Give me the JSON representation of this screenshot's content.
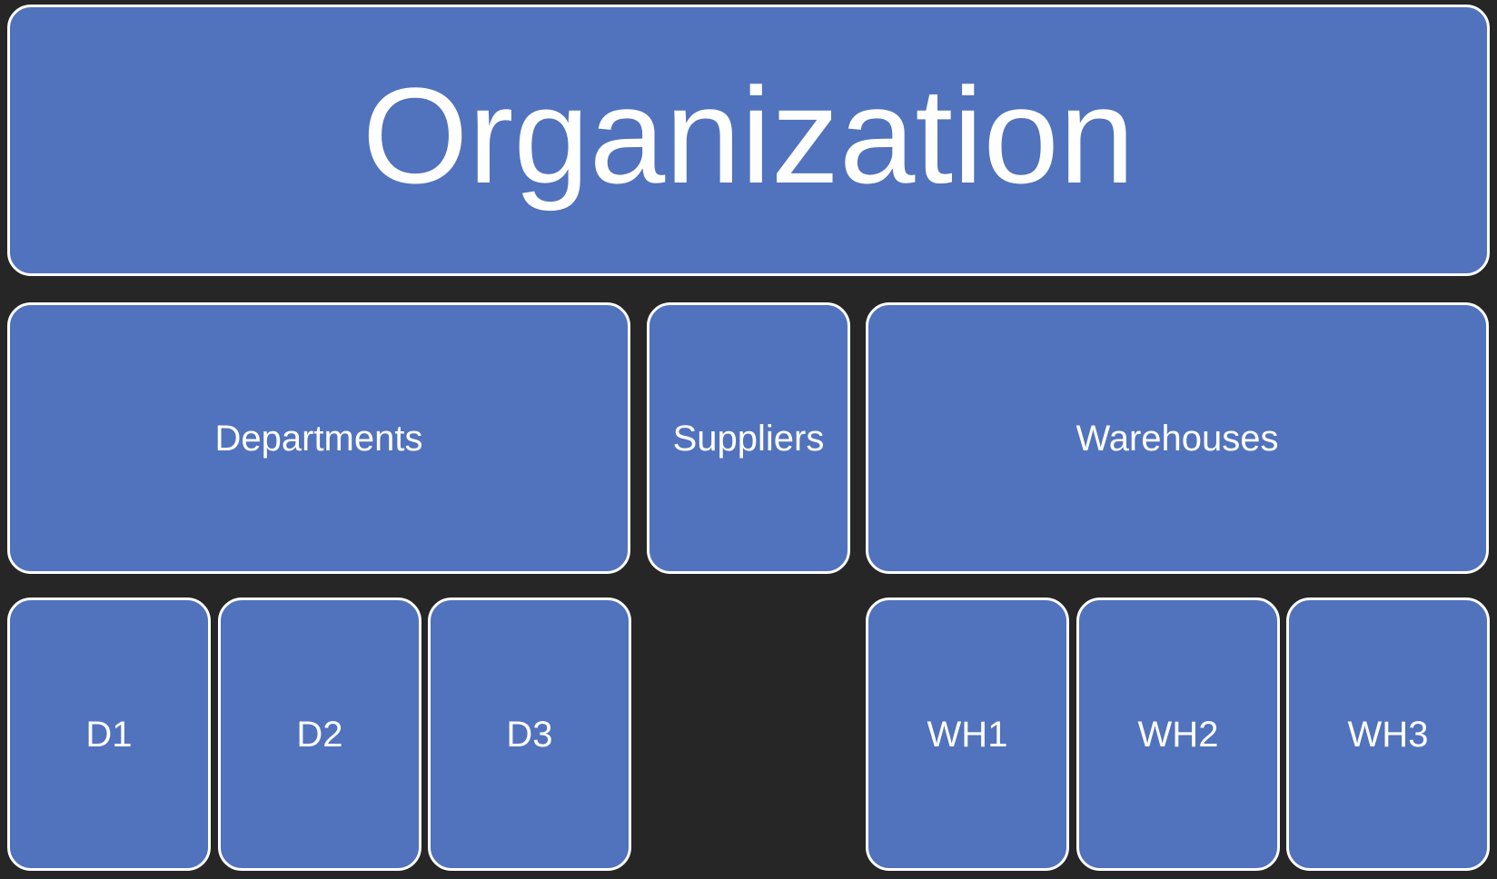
{
  "diagram": {
    "root": {
      "label": "Organization"
    },
    "level1": [
      {
        "label": "Departments"
      },
      {
        "label": "Suppliers"
      },
      {
        "label": "Warehouses"
      }
    ],
    "departments": [
      {
        "label": "D1"
      },
      {
        "label": "D2"
      },
      {
        "label": "D3"
      }
    ],
    "warehouses": [
      {
        "label": "WH1"
      },
      {
        "label": "WH2"
      },
      {
        "label": "WH3"
      }
    ]
  },
  "colors": {
    "background": "#262626",
    "box_fill": "#5172BD",
    "box_border": "#FFFFFF",
    "text": "#FFFFFF"
  }
}
